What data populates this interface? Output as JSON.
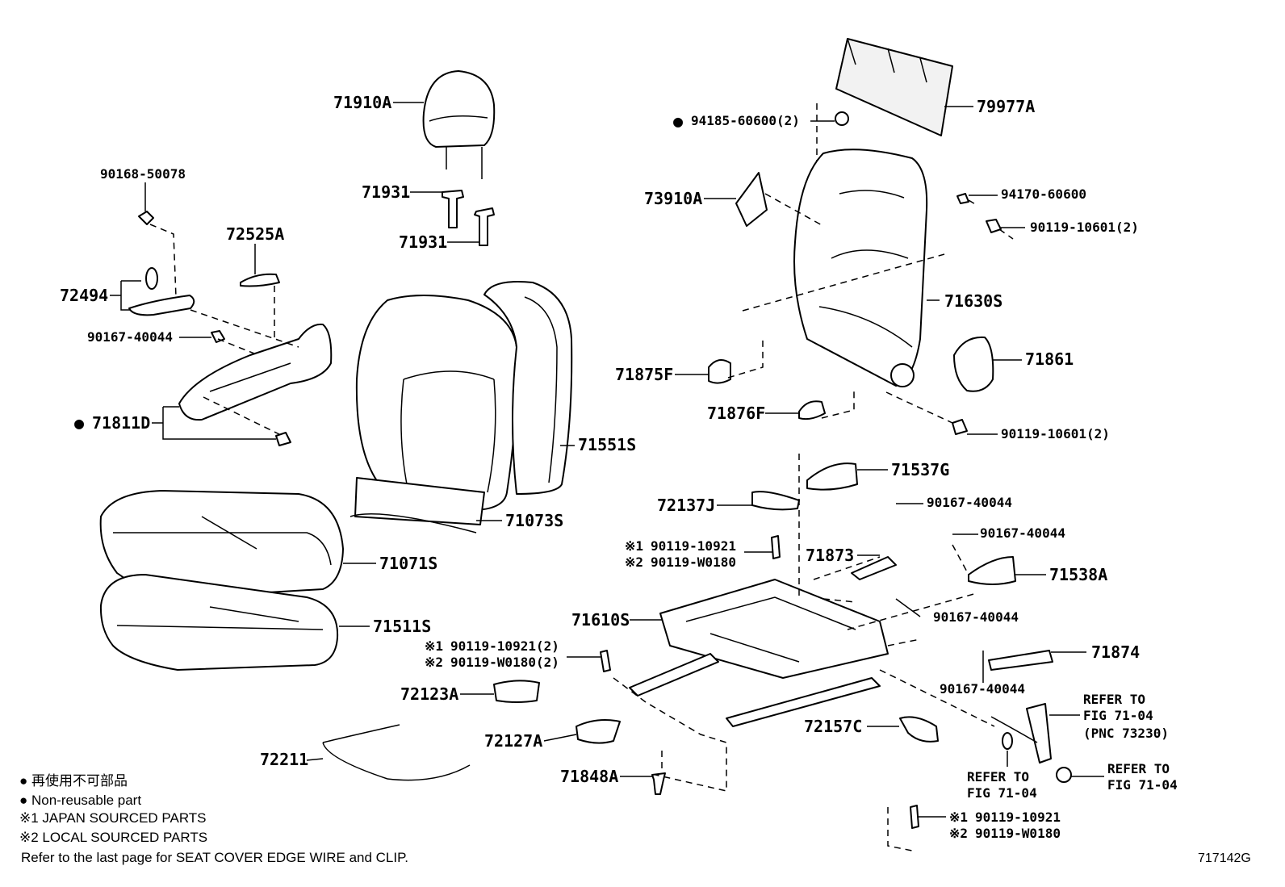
{
  "parts": {
    "p71910A": "71910A",
    "p71931a": "71931",
    "p71931b": "71931",
    "p90168": "90168-50078",
    "p72525A": "72525A",
    "p72494": "72494",
    "p90167_a": "90167-40044",
    "p71811D": "71811D",
    "p71551S": "71551S",
    "p71073S": "71073S",
    "p71071S": "71071S",
    "p71511S": "71511S",
    "p72211": "72211",
    "p94185": "94185-60600(2)",
    "p79977A": "79977A",
    "p73910A": "73910A",
    "p94170": "94170-60600",
    "p90119_a": "90119-10601(2)",
    "p71630S": "71630S",
    "p71861": "71861",
    "p71875F": "71875F",
    "p71876F": "71876F",
    "p90119_b": "90119-10601(2)",
    "p71537G": "71537G",
    "p72137J": "72137J",
    "p90167_b": "90167-40044",
    "p90119_10921_a": "90119-10921",
    "p90119_W0180_a": "90119-W0180",
    "p71873": "71873",
    "p90167_c": "90167-40044",
    "p71538A": "71538A",
    "p71610S": "71610S",
    "p90167_d": "90167-40044",
    "p90119_10921_b": "90119-10921(2)",
    "p90119_W0180_b": "90119-W0180(2)",
    "p71874": "71874",
    "p72123A": "72123A",
    "p90167_e": "90167-40044",
    "p72127A": "72127A",
    "p72157C": "72157C",
    "p71848A": "71848A",
    "p90119_10921_c": "90119-10921",
    "p90119_W0180_c": "90119-W0180"
  },
  "marks": {
    "bullet": "●",
    "note1": "※1",
    "note2": "※2"
  },
  "refs": {
    "ref1_l1": "REFER TO",
    "ref1_l2": "FIG 71-04",
    "ref1_l3": "(PNC 73230)",
    "ref2_l1": "REFER TO",
    "ref2_l2": "FIG 71-04",
    "ref3_l1": "REFER TO",
    "ref3_l2": "FIG 71-04"
  },
  "legend": {
    "jp_nonreusable": "● 再使用不可部品",
    "en_nonreusable": "● Non-reusable part",
    "japan_sourced": "※1 JAPAN SOURCED PARTS",
    "local_sourced": "※2 LOCAL SOURCED PARTS",
    "refer_note": "Refer to the last page for SEAT COVER EDGE WIRE and CLIP."
  },
  "figure_id": "717142G"
}
